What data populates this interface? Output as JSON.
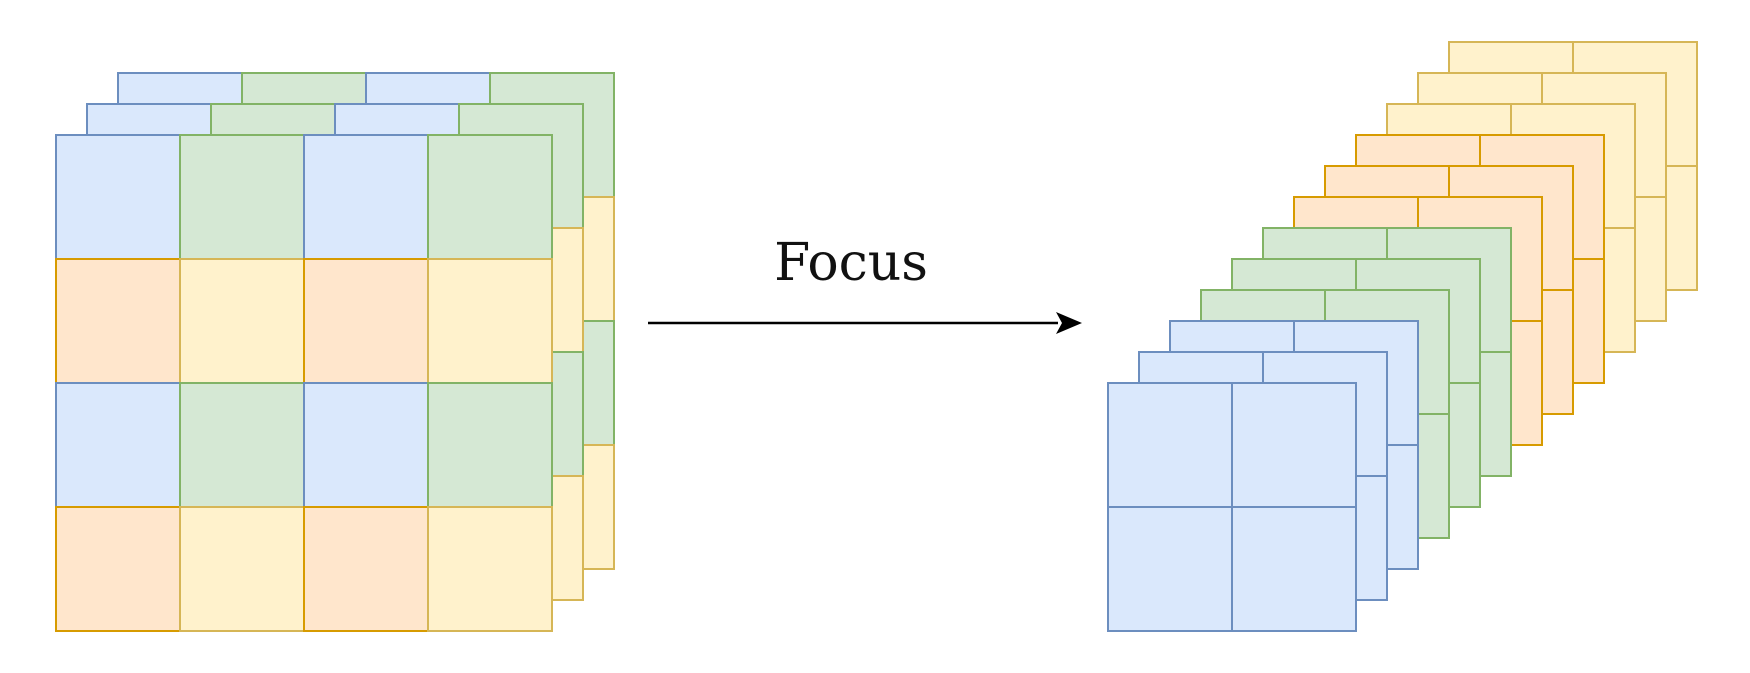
{
  "operation_label": "Focus",
  "colors": {
    "blue": {
      "fill": "#dae8fc",
      "stroke": "#6c8ebf"
    },
    "green": {
      "fill": "#d5e8d4",
      "stroke": "#82b366"
    },
    "orange": {
      "fill": "#ffe6cc",
      "stroke": "#d79b00"
    },
    "yellow": {
      "fill": "#fff2cc",
      "stroke": "#d6b656"
    },
    "arrow": "#000000"
  },
  "input_tensor": {
    "grid_size": 4,
    "layer_count": 3,
    "cell_pattern": [
      [
        "blue",
        "green",
        "blue",
        "green"
      ],
      [
        "orange",
        "yellow",
        "orange",
        "yellow"
      ],
      [
        "blue",
        "green",
        "blue",
        "green"
      ],
      [
        "orange",
        "yellow",
        "orange",
        "yellow"
      ]
    ]
  },
  "output_tensor": {
    "grid_size": 2,
    "slice_colors": [
      "blue",
      "blue",
      "blue",
      "green",
      "green",
      "green",
      "orange",
      "orange",
      "orange",
      "yellow",
      "yellow",
      "yellow"
    ]
  }
}
